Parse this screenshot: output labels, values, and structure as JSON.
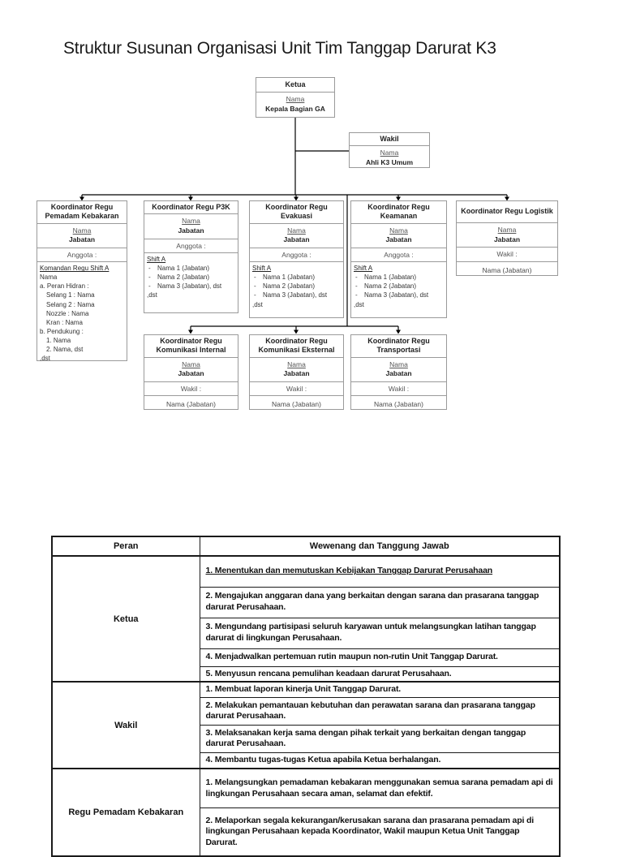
{
  "title": "Struktur Susunan Organisasi Unit Tim Tanggap Darurat K3",
  "org_chart": {
    "ketua": {
      "role": "Ketua",
      "name_label": "Nama",
      "position": "Kepala Bagian GA"
    },
    "wakil": {
      "role": "Wakil",
      "name_label": "Nama",
      "position": "Ahli K3 Umum"
    },
    "coordinators": [
      {
        "title": "Koordinator Regu Pemadam Kebakaran",
        "name_label": "Nama",
        "jabatan_label": "Jabatan",
        "anggota_label": "Anggota :",
        "detail_heading": "Komandan Regu Shift A",
        "detail_lines": [
          "Nama",
          "a. Peran Hidran :",
          "Selang 1 : Nama",
          "Selang 2 : Nama",
          "Nozzle : Nama",
          "Kran : Nama",
          "b. Pendukung :",
          "1. Nama",
          "2. Nama, dst",
          ",dst"
        ]
      },
      {
        "title": "Koordinator Regu P3K",
        "name_label": "Nama",
        "jabatan_label": "Jabatan",
        "anggota_label": "Anggota :",
        "shift_heading": "Shift A",
        "members": [
          "Nama 1 (Jabatan)",
          "Nama 2 (Jabatan)",
          "Nama 3 (Jabatan), dst"
        ],
        "etc": ",dst"
      },
      {
        "title": "Koordinator Regu Evakuasi",
        "name_label": "Nama",
        "jabatan_label": "Jabatan",
        "anggota_label": "Anggota :",
        "shift_heading": "Shift A",
        "members": [
          "Nama 1 (Jabatan)",
          "Nama 2 (Jabatan)",
          "Nama 3 (Jabatan), dst"
        ],
        "etc": ",dst"
      },
      {
        "title": "Koordinator Regu Keamanan",
        "name_label": "Nama",
        "jabatan_label": "Jabatan",
        "anggota_label": "Anggota :",
        "shift_heading": "Shift A",
        "members": [
          "Nama 1 (Jabatan)",
          "Nama 2 (Jabatan)",
          "Nama 3 (Jabatan), dst"
        ],
        "etc": ",dst"
      },
      {
        "title": "Koordinator Regu Logistik",
        "name_label": "Nama",
        "jabatan_label": "Jabatan",
        "wakil_label": "Wakil :",
        "wakil_value": "Nama (Jabatan)"
      }
    ],
    "sub_coordinators": [
      {
        "title": "Koordinator Regu Komunikasi Internal",
        "name_label": "Nama",
        "jabatan_label": "Jabatan",
        "wakil_label": "Wakil :",
        "wakil_value": "Nama (Jabatan)"
      },
      {
        "title": "Koordinator Regu Komunikasi Eksternal",
        "name_label": "Nama",
        "jabatan_label": "Jabatan",
        "wakil_label": "Wakil :",
        "wakil_value": "Nama (Jabatan)"
      },
      {
        "title": "Koordinator Regu Transportasi",
        "name_label": "Nama",
        "jabatan_label": "Jabatan",
        "wakil_label": "Wakil :",
        "wakil_value": "Nama (Jabatan)"
      }
    ]
  },
  "table": {
    "headers": [
      "Peran",
      "Wewenang dan Tanggung Jawab"
    ],
    "groups": [
      {
        "role": "Ketua",
        "duties": [
          "1. Menentukan dan memutuskan Kebijakan Tanggap Darurat Perusahaan",
          "2. Mengajukan anggaran dana yang berkaitan dengan sarana dan prasarana tanggap darurat Perusahaan.",
          "3. Mengundang partisipasi seluruh karyawan untuk melangsungkan latihan tanggap darurat di lingkungan Perusahaan.",
          "4. Menjadwalkan pertemuan rutin maupun non-rutin Unit Tanggap Darurat.",
          "5. Menyusun rencana pemulihan keadaan darurat Perusahaan."
        ]
      },
      {
        "role": "Wakil",
        "duties": [
          "1. Membuat laporan kinerja Unit Tanggap Darurat.",
          "2. Melakukan pemantauan kebutuhan dan perawatan sarana dan prasarana tanggap darurat Perusahaan.",
          "3. Melaksanakan kerja sama dengan pihak terkait yang berkaitan dengan tanggap darurat Perusahaan.",
          "4. Membantu tugas-tugas Ketua apabila Ketua berhalangan."
        ]
      },
      {
        "role": "Regu Pemadam Kebakaran",
        "duties": [
          "1. Melangsungkan pemadaman kebakaran menggunakan semua sarana pemadam api di lingkungan Perusahaan secara aman, selamat dan efektif.",
          "2. Melaporkan segala kekurangan/kerusakan sarana dan prasarana pemadam api di lingkungan Perusahaan kepada Koordinator, Wakil maupun Ketua Unit Tanggap Darurat."
        ]
      }
    ]
  }
}
